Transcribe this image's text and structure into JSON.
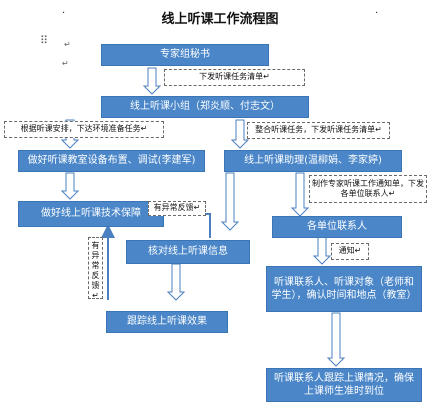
{
  "title": "线上听课工作流程图",
  "marks": {
    "dot": "·",
    "enter": "↵",
    "move_handle": "⠿"
  },
  "nodes": {
    "secretary": "专家组秘书",
    "team": "线上听课小组（郑炎顺、付志文）",
    "equipment": "做好听课教室设备布置、调试(李建军)",
    "assistant": "线上听课助理(温柳娟、李家婷)",
    "support": "做好线上听课技术保障",
    "contacts": "各单位联系人",
    "verify": "核对线上听课信息",
    "confirm": "听课联系人、听课对象（老师和学生），确认时间和地点（教室）",
    "track": "跟踪线上听课效果",
    "follow": "听课联系人跟踪上课情况，确保上课师生准时到位"
  },
  "notes": {
    "issue_list": "下发听课任务清单↵",
    "env_task": "根据听课安排，下达环境准备任务↵",
    "integrate": "整合听课任务，下发听课任务清单↵",
    "notice": "制作专家听课工作通知单，下发各单位联系人↵",
    "feedback_h": "有异常反馈↵",
    "feedback_v": "有异常反馈↵",
    "inform": "通知↵"
  },
  "colors": {
    "box_fill": "#4a86c8",
    "box_border": "#3a75b6",
    "arrow": "#4a7fc0",
    "note_border": "#6a6a6a"
  }
}
